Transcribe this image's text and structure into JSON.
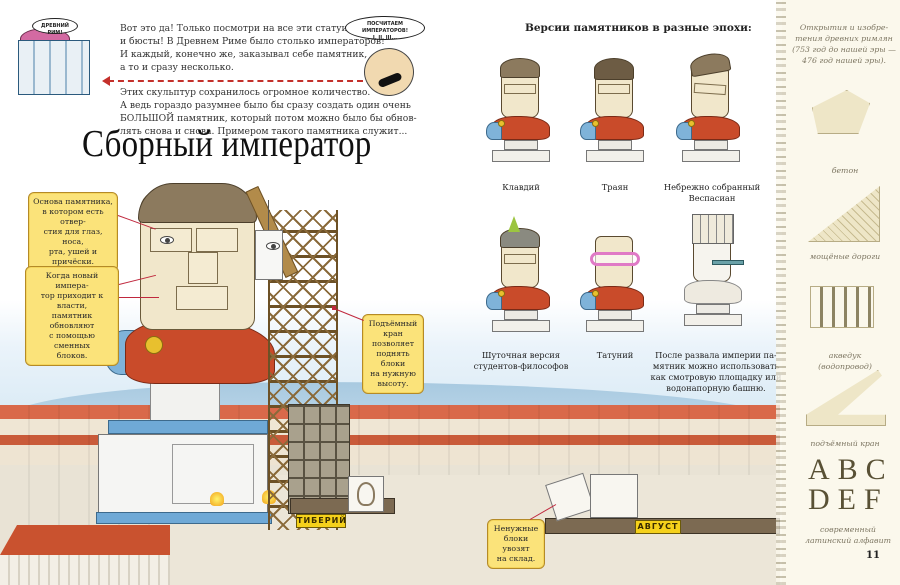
{
  "spread": {
    "page_number": "11"
  },
  "intro": {
    "paragraph_1": [
      "Вот это да! Только посмотри на все эти статуи",
      "и бюсты! В Древнем Риме было столько императоров!",
      "И каждый, конечно же, заказывал себе памятник,",
      "а то и сразу несколько."
    ],
    "paragraph_2": [
      "Этих скульптур сохранилось огромное количество.",
      "А ведь гораздо разумнее было бы сразу создать один очень",
      "БОЛЬШОЙ памятник, который потом можно было бы обнов-",
      "лять снова и снова. Примером такого памятника служит..."
    ]
  },
  "bubbles": {
    "girl": "Древний Рим!",
    "boy_line1": "Посчитаем императоров!",
    "boy_line2": "I, II, III..."
  },
  "title": "Сборный император",
  "callouts": {
    "base": [
      "Основа памятника,",
      "в котором есть отвер-",
      "стия для глаз, носа,",
      "рта, ушей и причёски."
    ],
    "new_emperor": [
      "Когда новый импера-",
      "тор приходит к власти,",
      "памятник обновляют",
      "с помощью сменных",
      "блоков."
    ],
    "crane": [
      "Подъёмный",
      "кран позволяет",
      "поднять блоки",
      "на нужную",
      "высоту."
    ],
    "storage": [
      "Ненужные",
      "блоки увозят",
      "на склад."
    ]
  },
  "carts": {
    "left_label": "ТИБЕРИЙ",
    "right_label": "АВГУСТ"
  },
  "versions": {
    "title": "Версии памятников в разные эпохи:",
    "items": [
      {
        "caption": [
          "Клавдий"
        ],
        "variant": "plain"
      },
      {
        "caption": [
          "Траян"
        ],
        "variant": "plain"
      },
      {
        "caption": [
          "Небрежно собранный",
          "Веспасиан"
        ],
        "variant": "messy"
      },
      {
        "caption": [
          "Шуточная версия",
          "студентов-философов"
        ],
        "variant": "party-hat"
      },
      {
        "caption": [
          "Татуний"
        ],
        "variant": "glasses"
      },
      {
        "caption": [
          "После развала империи па-",
          "мятник можно использовать",
          "как смотровую площадку или",
          "водонапорную башню."
        ],
        "variant": "tower"
      }
    ]
  },
  "sidebar": {
    "heading": [
      "Открытия и изобре-",
      "тения древних римлян",
      "(753 год до нашей эры —",
      "476 год нашей эры)."
    ],
    "items": [
      {
        "label": [
          "бетон"
        ]
      },
      {
        "label": [
          "мощёные дороги"
        ]
      },
      {
        "label": [
          "акведук",
          "(водопровод)"
        ]
      },
      {
        "label": [
          "подъёмный кран"
        ]
      },
      {
        "label": [
          "современный",
          "латинский алфавит"
        ]
      }
    ],
    "alphabet_row1": "ABC",
    "alphabet_row2": "DEF"
  },
  "colors": {
    "callout_fill": "#fbe37a",
    "leader_red": "#c0283e",
    "toga_red": "#c94b2a",
    "armor_blue": "#7fb3d9",
    "sidebar_bg": "#fbf8ec"
  }
}
